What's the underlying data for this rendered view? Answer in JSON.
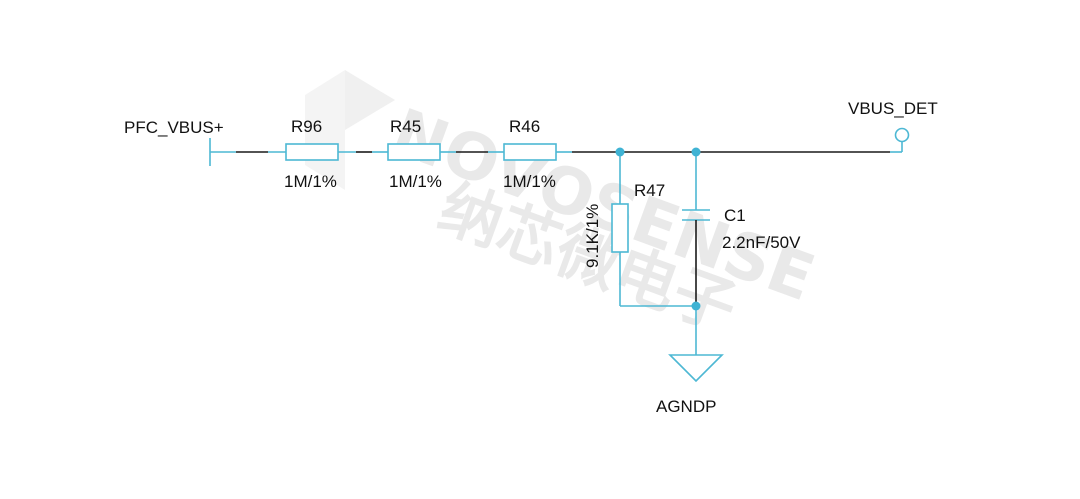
{
  "watermark": {
    "brand": "NOVOSENSE",
    "cn": "纳芯微电子"
  },
  "nets": {
    "input_label": "PFC_VBUS+",
    "output_label": "VBUS_DET",
    "ground_label": "AGNDP"
  },
  "components": {
    "r96": {
      "ref": "R96",
      "value": "1M/1%"
    },
    "r45": {
      "ref": "R45",
      "value": "1M/1%"
    },
    "r46": {
      "ref": "R46",
      "value": "1M/1%"
    },
    "r47": {
      "ref": "R47",
      "value": "9.1K/1%"
    },
    "c1": {
      "ref": "C1",
      "value": "2.2nF/50V"
    }
  },
  "colors": {
    "wire": "#1a1a1a",
    "component": "#4db8d4",
    "junction": "#3fb3d4",
    "watermark": "#e9e9e9"
  }
}
